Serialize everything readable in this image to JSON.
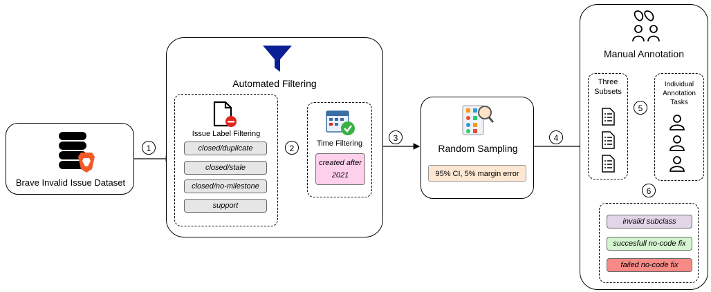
{
  "dataset": {
    "label": "Brave Invalid Issue Dataset"
  },
  "automated": {
    "title": "Automated Filtering",
    "label_filtering": {
      "title": "Issue Label Filtering",
      "labels": [
        "closed/duplicate",
        "closed/stale",
        "closed/no-milestone",
        "support"
      ]
    },
    "time_filtering": {
      "title": "Time Filtering",
      "condition": "created after 2021"
    }
  },
  "sampling": {
    "title": "Random Sampling",
    "note": "95% CI, 5% margin error"
  },
  "manual": {
    "title": "Manual Annotation",
    "subsets_label": "Three Subsets",
    "tasks_label": "Individual Annotation Tasks",
    "categories": [
      "invalid subclass",
      "succesfull no-code fix",
      "failed no-code fix"
    ]
  },
  "steps": [
    "1",
    "2",
    "3",
    "4",
    "5",
    "6"
  ],
  "colors": {
    "label_fill": "#e6e6e6",
    "condition_fill": "#ffd0ec",
    "note_fill": "#fde6d2",
    "cat_purple": "#e1d5e7",
    "cat_green": "#d5f5d0",
    "cat_red": "#f88a86",
    "funnel": "#0a1e96"
  }
}
